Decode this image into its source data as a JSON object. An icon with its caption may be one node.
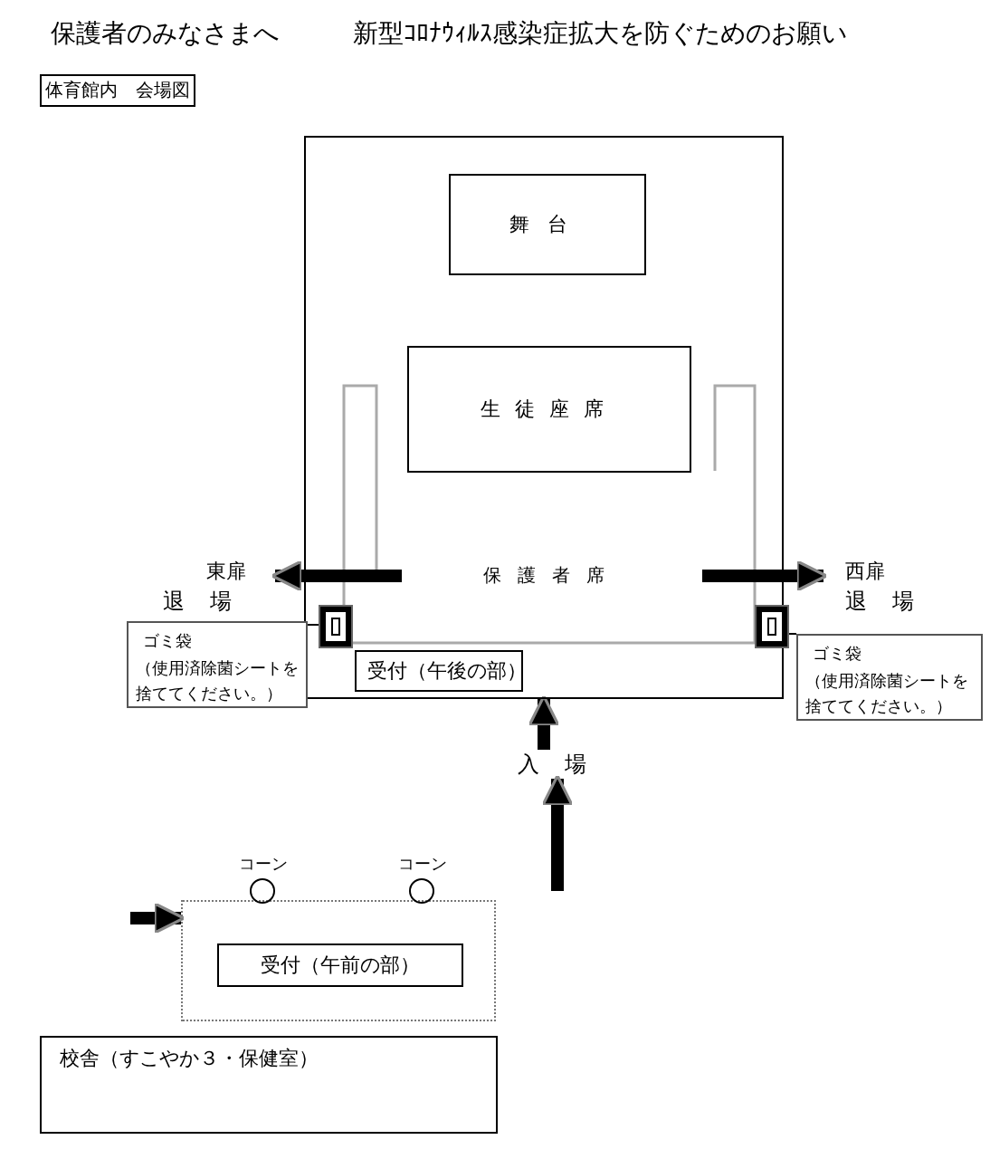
{
  "diagram": {
    "title": "新型ｺﾛﾅｳｨﾙｽ感染症拡大を防ぐためのお願い",
    "nodes": [
      {
        "text": [
          "保護者席"
        ]
      },
      {
        "text": [
          "舞台"
        ],
        "in": 0
      },
      {
        "text": [
          "生徒座席"
        ],
        "in": 0
      },
      {
        "text": [],
        "shape": "box",
        "in": 0
      },
      {
        "text": [],
        "shape": "box",
        "in": 0
      },
      {
        "text": [
          "受付（午後の部）"
        ],
        "in": 0
      },
      {
        "text": [
          "東扉",
          "退場"
        ]
      },
      {
        "text": [
          "西扉",
          "退場"
        ]
      },
      {
        "text": [
          "ゴミ袋",
          "（使用済除菌シートを捨ててください。）"
        ]
      },
      {
        "text": [
          "ゴミ袋",
          "（使用済除菌シートを捨ててください。）"
        ]
      },
      {
        "text": [
          "入場"
        ]
      },
      {
        "text": [],
        "shape": "box"
      },
      {
        "text": [],
        "shape": "circle",
        "beside": [
          "コーン"
        ]
      },
      {
        "text": [],
        "shape": "circle",
        "beside": [
          "コーン"
        ]
      },
      {
        "text": [
          "受付（午前の部）"
        ],
        "in": 11
      },
      {
        "text": [
          "校舎（すこやか３・保健室）"
        ]
      }
    ],
    "edges": [
      {
        "from": null,
        "to": 6,
        "arrow": "to"
      },
      {
        "from": null,
        "to": 7,
        "arrow": "to"
      },
      {
        "from": 8,
        "to": 3,
        "arrow": "none"
      },
      {
        "from": 9,
        "to": 4,
        "arrow": "none"
      },
      {
        "from": 10,
        "to": 0,
        "arrow": "to"
      },
      {
        "from": null,
        "to": 10,
        "arrow": "to"
      },
      {
        "from": null,
        "to": 11,
        "arrow": "to"
      }
    ],
    "labels": [
      "保護者のみなさまへ",
      "体育館内　会場図"
    ]
  }
}
